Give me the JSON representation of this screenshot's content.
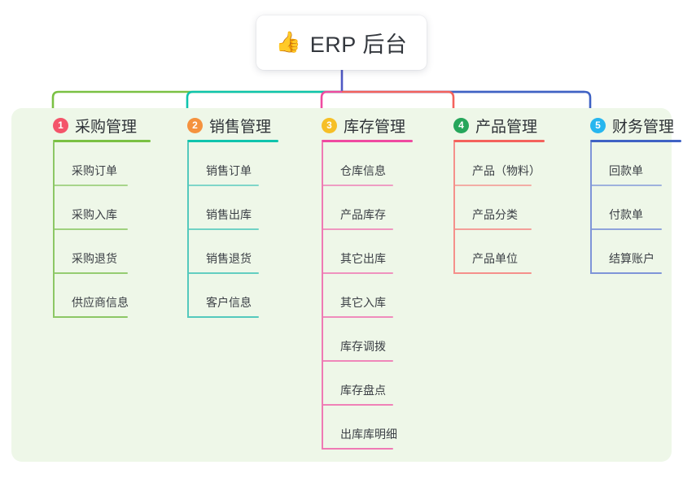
{
  "diagram": {
    "type": "mindmap-tree",
    "root": {
      "emoji": "👍",
      "emoji_name": "thumbs-up-emoji",
      "title": "ERP 后台",
      "stem_color": "#4f58c4"
    },
    "panel_color": "#eef7e8",
    "branches": [
      {
        "number": "1",
        "label": "采购管理",
        "badge_color": "#f4546a",
        "line_color": "#7ac143",
        "leaf_color": "#8cc765",
        "items": [
          "采购订单",
          "采购入库",
          "采购退货",
          "供应商信息"
        ]
      },
      {
        "number": "2",
        "label": "销售管理",
        "badge_color": "#f5923e",
        "line_color": "#0fc4ad",
        "leaf_color": "#54c9bd",
        "items": [
          "销售订单",
          "销售出库",
          "销售退货",
          "客户信息"
        ]
      },
      {
        "number": "3",
        "label": "库存管理",
        "badge_color": "#f6bf26",
        "line_color": "#ef4aa0",
        "leaf_color": "#ef7ab4",
        "items": [
          "仓库信息",
          "产品库存",
          "其它出库",
          "其它入库",
          "库存调拨",
          "库存盘点",
          "出库库明细"
        ]
      },
      {
        "number": "4",
        "label": "产品管理",
        "badge_color": "#26a65b",
        "line_color": "#f4625c",
        "leaf_color": "#f5908b",
        "items": [
          "产品（物料）",
          "产品分类",
          "产品单位"
        ]
      },
      {
        "number": "5",
        "label": "财务管理",
        "badge_color": "#27b6ef",
        "line_color": "#3f62c4",
        "leaf_color": "#7f95d8",
        "items": [
          "回款单",
          "付款单",
          "结算账户"
        ]
      }
    ]
  }
}
